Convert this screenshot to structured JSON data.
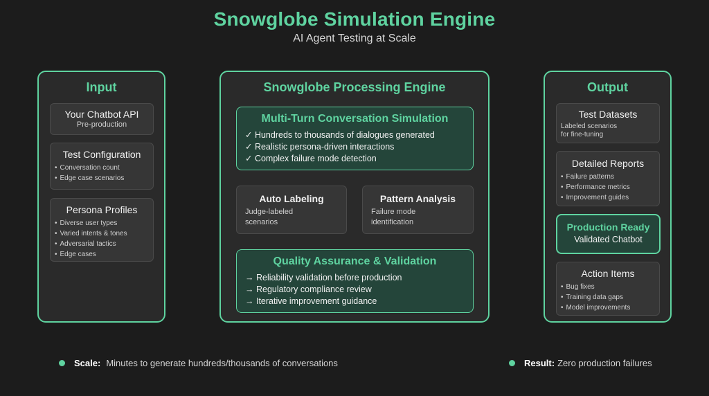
{
  "title": "Snowglobe Simulation Engine",
  "subtitle": "AI Agent Testing at Scale",
  "input": {
    "title": "Input",
    "cards": [
      {
        "title": "Your Chatbot API",
        "sub": "Pre-production"
      },
      {
        "title": "Test Configuration",
        "bullets": [
          "Conversation count",
          "Edge case scenarios"
        ]
      },
      {
        "title": "Persona Profiles",
        "bullets": [
          "Diverse user types",
          "Varied intents & tones",
          "Adversarial tactics",
          "Edge cases"
        ]
      }
    ]
  },
  "engine": {
    "title": "Snowglobe Processing Engine",
    "simulation": {
      "title": "Multi-Turn Conversation Simulation",
      "items": [
        "✓ Hundreds to thousands of dialogues generated",
        "✓ Realistic persona-driven interactions",
        "✓ Complex failure mode detection"
      ]
    },
    "auto_labeling": {
      "title": "Auto Labeling",
      "desc": [
        "Judge-labeled",
        "scenarios"
      ]
    },
    "pattern_analysis": {
      "title": "Pattern Analysis",
      "desc": [
        "Failure mode",
        "identification"
      ]
    },
    "qa": {
      "title": "Quality Assurance & Validation",
      "items": [
        "→ Reliability validation before production",
        "→ Regulatory compliance review",
        "→ Iterative improvement guidance"
      ]
    }
  },
  "output": {
    "title": "Output",
    "test_datasets": {
      "title": "Test Datasets",
      "desc": [
        "Labeled scenarios",
        "for fine-tuning"
      ]
    },
    "detailed_reports": {
      "title": "Detailed Reports",
      "bullets": [
        "Failure patterns",
        "Performance metrics",
        "Improvement guides"
      ]
    },
    "production_ready": {
      "title": "Production Ready",
      "sub": "Validated Chatbot"
    },
    "action_items": {
      "title": "Action Items",
      "bullets": [
        "Bug fixes",
        "Training data gaps",
        "Model improvements"
      ]
    }
  },
  "footer": {
    "scale_label": "Scale:",
    "scale_text": "Minutes to generate hundreds/thousands of conversations",
    "result_label": "Result:",
    "result_text": "Zero production failures"
  },
  "colors": {
    "accent": "#5fd3a0",
    "background": "#1c1c1c",
    "panel": "#2a2a2a",
    "highlight": "#24453a"
  }
}
